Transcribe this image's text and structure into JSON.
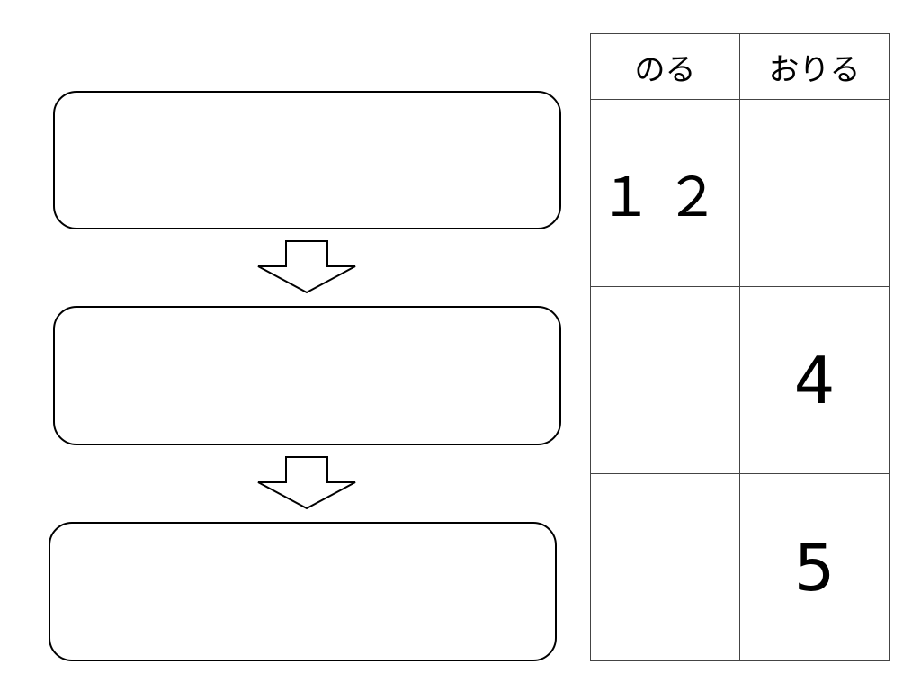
{
  "table": {
    "headers": [
      "のる",
      "おりる"
    ],
    "rows": [
      {
        "noru": "１２",
        "oriru": ""
      },
      {
        "noru": "",
        "oriru": "4"
      },
      {
        "noru": "",
        "oriru": "5"
      }
    ]
  },
  "flow": {
    "boxes": [
      "",
      "",
      ""
    ]
  }
}
